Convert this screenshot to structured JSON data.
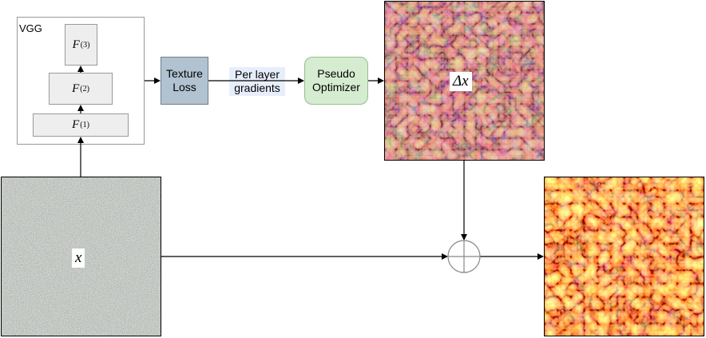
{
  "vgg": {
    "label": "VGG",
    "layers": [
      {
        "symbol": "F",
        "superscript": "(1)"
      },
      {
        "symbol": "F",
        "superscript": "(2)"
      },
      {
        "symbol": "F",
        "superscript": "(3)"
      }
    ]
  },
  "texture_loss": "Texture\nLoss",
  "gradients_label": "Per layer\ngradients",
  "pseudo_optimizer": "Pseudo\nOptimizer",
  "input_label": "x",
  "delta_label": "Δx",
  "add_operator": "⊕",
  "colors": {
    "texture_loss_fill": "#b1c2d0",
    "optimizer_fill": "#d6ecd1",
    "optimizer_stroke": "#93bf88",
    "gradients_fill": "#e7eefb",
    "layer_fill": "#eeeeee"
  },
  "images": {
    "input": "gaussian-noise-image",
    "delta": "faded-red-leaves-texture",
    "output": "red-orange-leaves-texture"
  }
}
